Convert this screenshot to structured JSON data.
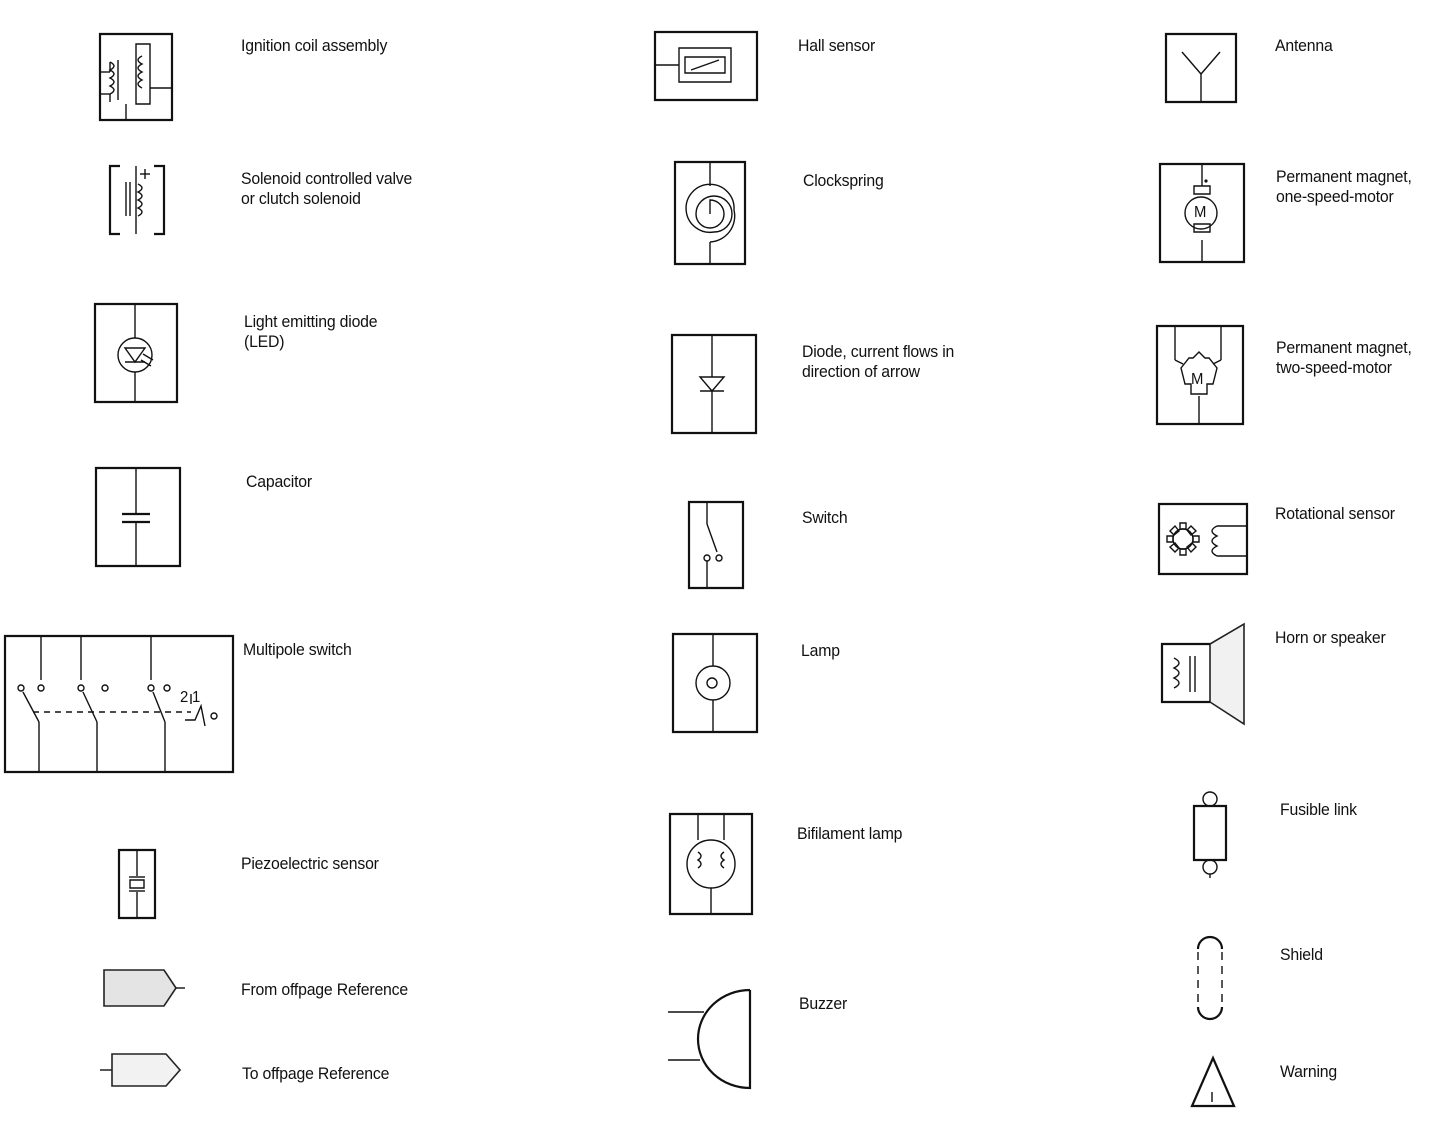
{
  "symbols": {
    "ignition_coil": "Ignition coil assembly",
    "solenoid_valve": "Solenoid controlled valve\nor clutch solenoid",
    "led": "Light emitting diode\n(LED)",
    "capacitor": "Capacitor",
    "multipole_switch": "Multipole switch",
    "multipole_switch_pos": "2 1",
    "piezo_sensor": "Piezoelectric sensor",
    "from_offpage": "From offpage Reference",
    "to_offpage": "To offpage Reference",
    "hall_sensor": "Hall sensor",
    "clockspring": "Clockspring",
    "diode": "Diode, current flows in\ndirection of arrow",
    "switch": "Switch",
    "lamp": "Lamp",
    "bifilament_lamp": "Bifilament lamp",
    "buzzer": "Buzzer",
    "antenna": "Antenna",
    "pm_one_speed_motor": "Permanent magnet,\none-speed-motor",
    "pm_two_speed_motor": "Permanent magnet,\ntwo-speed-motor",
    "motor_letter": "M",
    "rotational_sensor": "Rotational sensor",
    "horn_speaker": "Horn or speaker",
    "fusible_link": "Fusible link",
    "shield": "Shield",
    "warning": "Warning",
    "warning_mark": "!"
  }
}
